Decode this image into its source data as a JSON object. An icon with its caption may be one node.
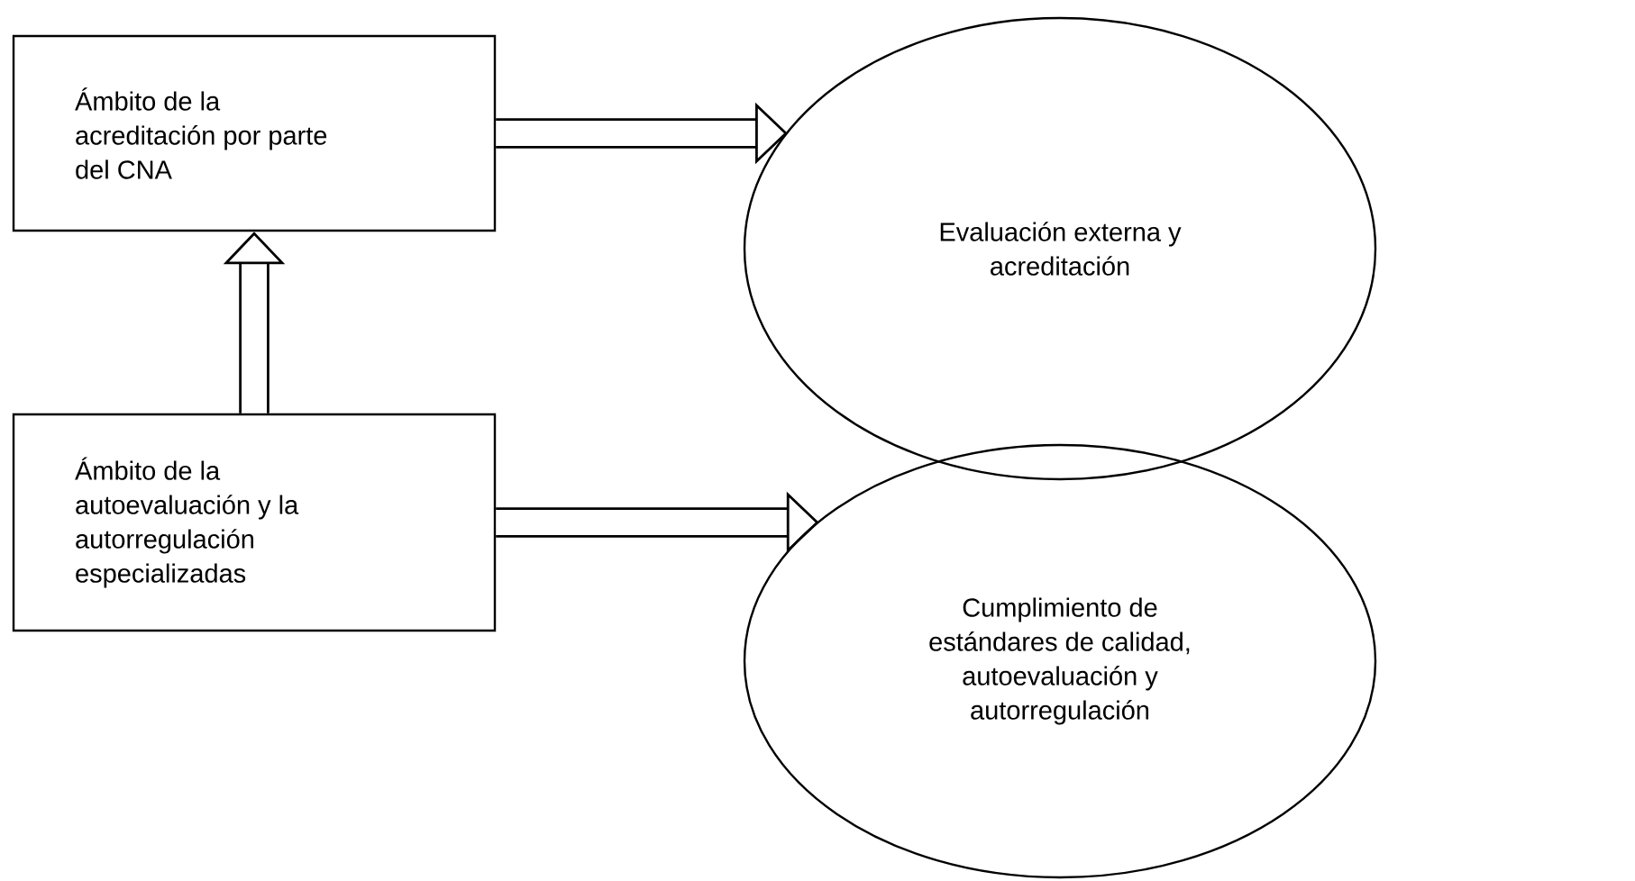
{
  "diagram": {
    "nodes": [
      {
        "text": [
          "Ámbito de la acreditación por parte del CNA"
        ]
      },
      {
        "text": [
          "Evaluación externa y acreditación"
        ]
      },
      {
        "text": [
          "Ámbito de la autoevaluación y la autorregulación especializadas"
        ]
      },
      {
        "text": [
          "Cumplimiento de estándares de calidad, autoevaluación y autorregulación"
        ]
      }
    ],
    "edges": [
      {
        "from": 0,
        "to": 1,
        "arrow": "to"
      },
      {
        "from": 2,
        "to": 0,
        "arrow": "to"
      },
      {
        "from": 2,
        "to": 3,
        "arrow": "to"
      }
    ]
  }
}
